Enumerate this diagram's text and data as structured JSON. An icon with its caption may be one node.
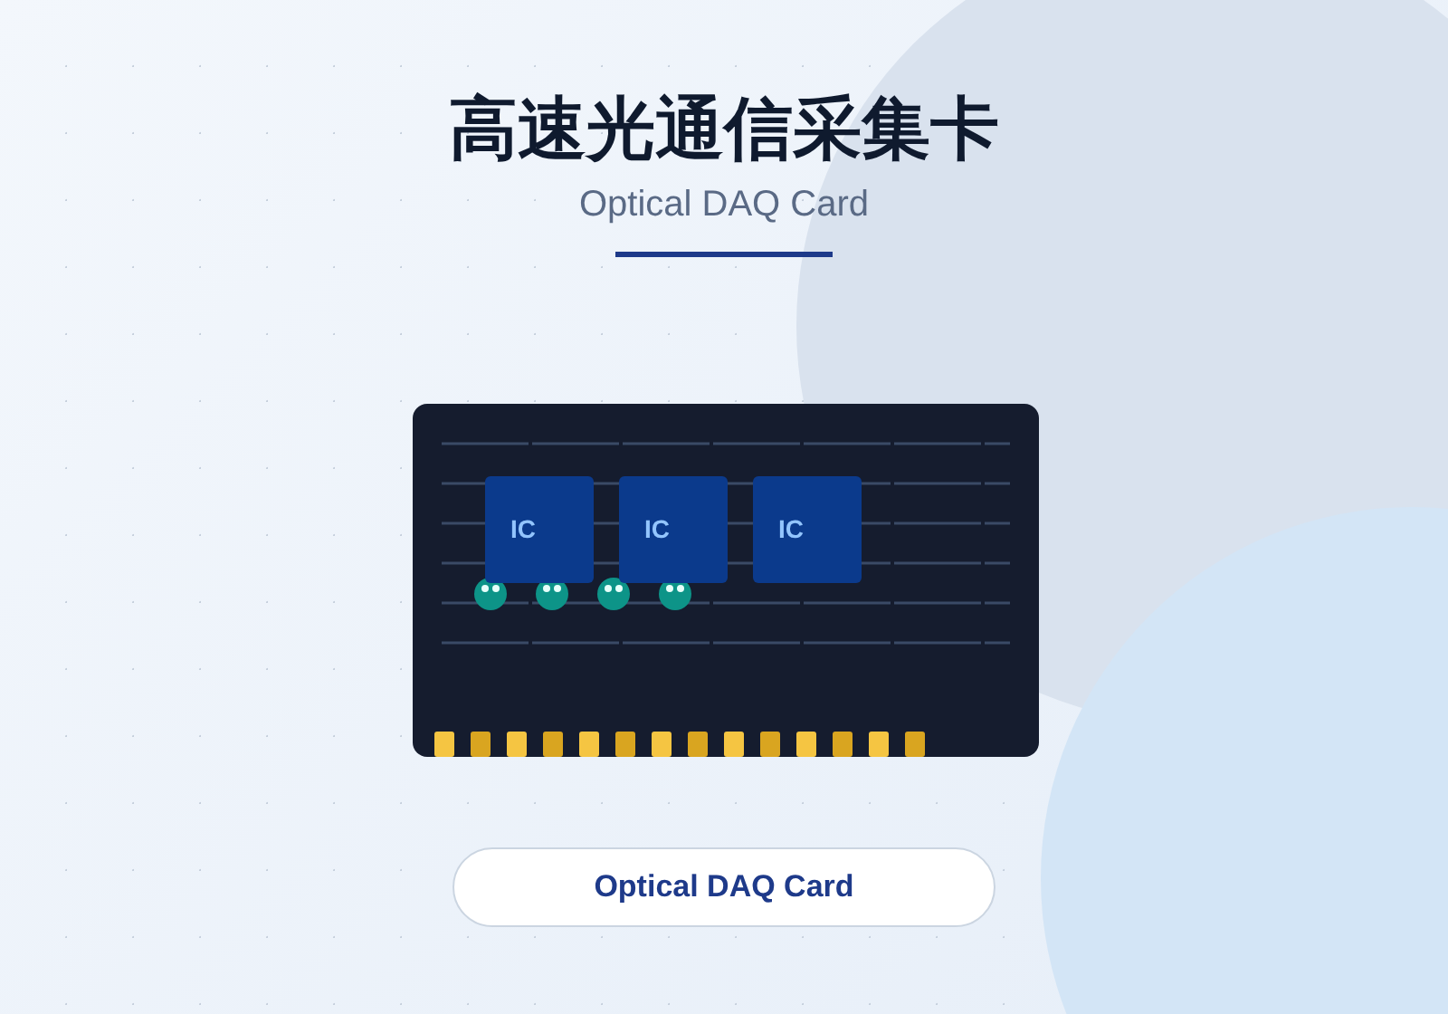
{
  "diagram": {
    "title": "高速光通信采集卡",
    "nodes": [
      {
        "text": [],
        "shape": "box"
      },
      {
        "text": [
          "IC"
        ],
        "in": 0
      },
      {
        "text": [
          "IC"
        ],
        "in": 0
      },
      {
        "text": [
          "IC"
        ],
        "in": 0
      },
      {
        "text": [
          "Optical DAQ Card"
        ]
      }
    ],
    "labels": [
      "Optical DAQ Card"
    ]
  }
}
